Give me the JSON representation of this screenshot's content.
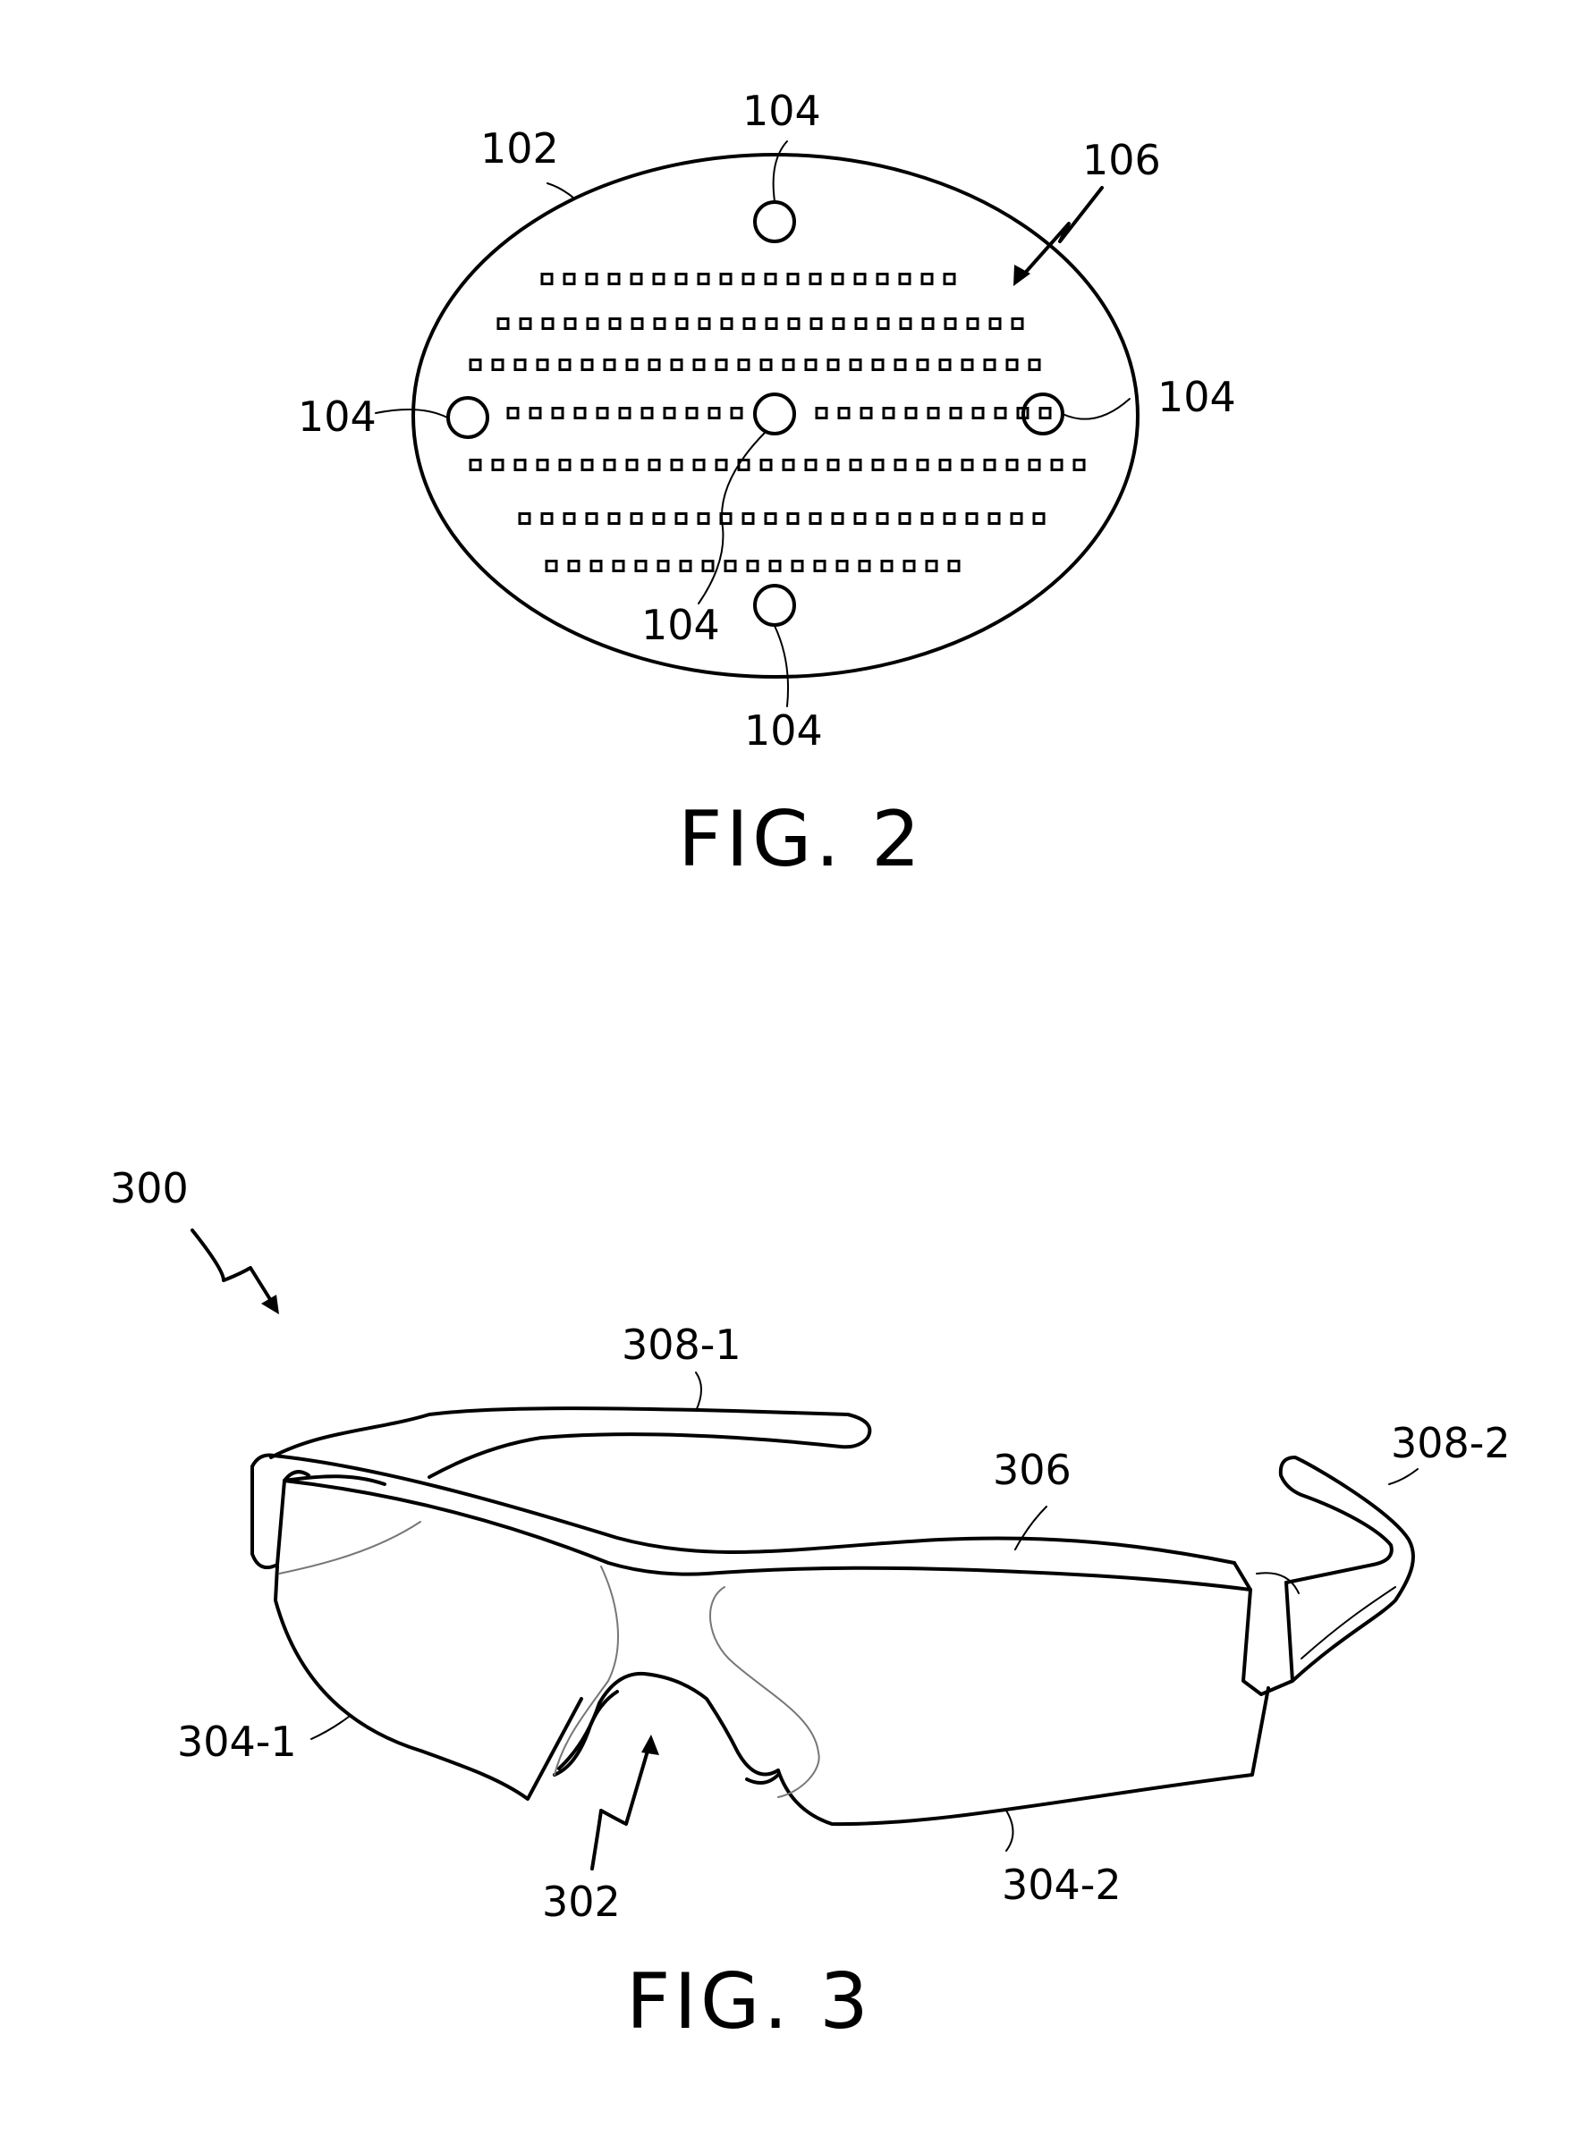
{
  "fig2": {
    "caption": "FIG. 2",
    "labels": {
      "lens": "102",
      "sensor_top": "104",
      "array": "106",
      "sensor_left": "104",
      "sensor_right": "104",
      "sensor_center": "104",
      "sensor_bottom": "104"
    },
    "dot_rows": [
      19,
      24,
      26,
      22,
      28,
      24,
      19
    ]
  },
  "fig3": {
    "caption": "FIG. 3",
    "labels": {
      "assembly": "300",
      "temple_left": "308-1",
      "frame": "306",
      "temple_right": "308-2",
      "lens_left": "304-1",
      "bridge": "302",
      "lens_right": "304-2"
    }
  }
}
